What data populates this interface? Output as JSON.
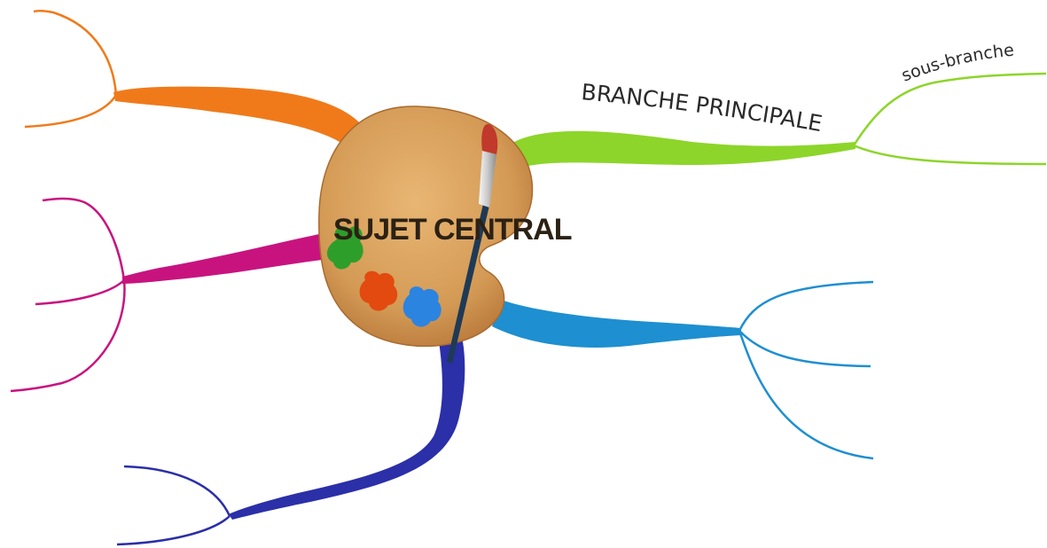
{
  "central_topic": {
    "label": "SUJET CENTRAL",
    "icon": "paint-palette-icon",
    "palette_color": "#D9A15E",
    "paint_colors": [
      "#2E9E2B",
      "#E24A0F",
      "#2B84E0"
    ]
  },
  "branches": [
    {
      "name": "green",
      "color": "#8DD52A",
      "label": "BRANCHE PRINCIPALE",
      "sub_label": "sous-branche"
    },
    {
      "name": "orange",
      "color": "#F07A1A",
      "label": "",
      "sub_label": ""
    },
    {
      "name": "magenta",
      "color": "#C8137F",
      "label": "",
      "sub_label": ""
    },
    {
      "name": "navy",
      "color": "#2B2FA8",
      "label": "",
      "sub_label": ""
    },
    {
      "name": "blue",
      "color": "#1E8FD0",
      "label": "",
      "sub_label": ""
    }
  ]
}
